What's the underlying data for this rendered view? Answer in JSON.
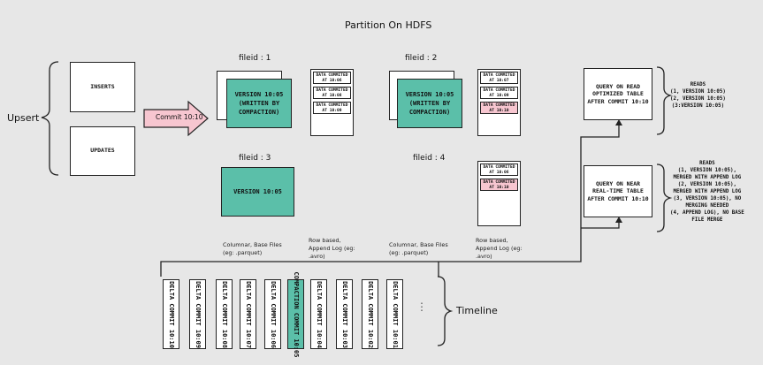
{
  "title": "Partition On HDFS",
  "upsert": "Upsert",
  "inserts": "INSERTS",
  "updates": "UPDATES",
  "commit_arrow": "Commit 10:10",
  "file_groups": {
    "g1": {
      "label": "fileid : 1",
      "version": "VERSION 10:05 (WRITTEN BY COMPACTION)",
      "log": [
        "DATA COMMITED AT 10:06",
        "DATA COMMITED AT 10:08",
        "DATA COMMITED AT 10:09"
      ]
    },
    "g2": {
      "label": "fileid : 2",
      "version": "VERSION 10:05 (WRITTEN BY COMPACTION)",
      "log": [
        "DATA COMMITED AT 10:07",
        "DATA COMMITED AT 10:09",
        "DATA COMMITED AT 10:10"
      ]
    },
    "g3": {
      "label": "fileid : 3",
      "version": "VERSION 10:05"
    },
    "g4": {
      "label": "fileid : 4",
      "log": [
        "DATA COMMITED AT 10:06",
        "DATA COMMITED AT 10:10"
      ]
    }
  },
  "captions": {
    "columnar": "Columnar, Base Files (eg: .parquet)",
    "rowbased": "Row based, Append Log (eg: .avro)"
  },
  "queries": {
    "ro": "QUERY ON READ OPTIMIZED TABLE AFTER COMMIT 10:10",
    "rt": "QUERY ON NEAR REAL-TIME TABLE AFTER COMMIT 10:10"
  },
  "reads": {
    "ro": [
      "READS",
      "(1, VERSION 10:05)",
      "(2, VERSION 10:05)",
      "(3:VERSION 10:05)"
    ],
    "rt": [
      "READS",
      "(1, VERSION 10:05),",
      "MERGED WITH APPEND LOG",
      "(2, VERSION 10:05),",
      "MERGED WITH APPEND LOG",
      "(3, VERSION 10:05), NO",
      "MERGING NEEDED",
      "(4, APPEND LOG), NO BASE",
      "FILE MERGE"
    ]
  },
  "timeline": {
    "label": "Timeline",
    "ellipsis": "⋮",
    "items": [
      "DELTA COMMIT 10:10",
      "DELTA COMMIT 10:09",
      "DELTA COMMIT 10:08",
      "DELTA COMMIT 10:07",
      "DELTA COMMIT 10:06",
      "COMPACTION COMMIT 10:05",
      "DELTA COMMIT 10:04",
      "DELTA COMMIT 10:03",
      "DELTA COMMIT 10:02",
      "DELTA COMMIT 10:01"
    ]
  },
  "colors": {
    "teal": "#5bbfa9",
    "pink": "#f7c6d0",
    "background": "#e7e7e7"
  }
}
